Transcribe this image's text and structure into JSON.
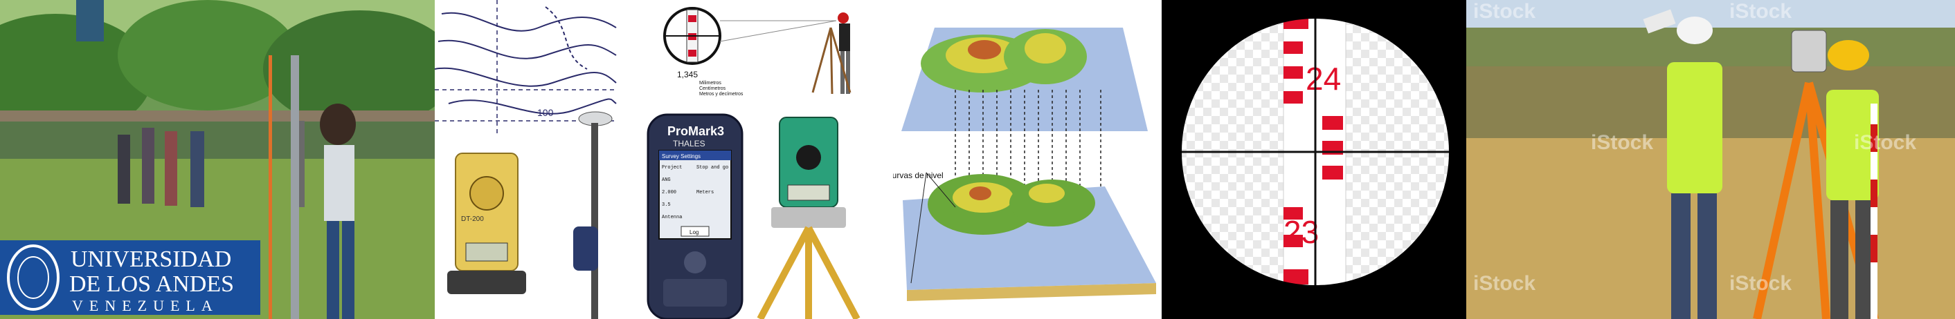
{
  "panels": {
    "field_photo": {
      "logo_line1": "UNIVERSIDAD",
      "logo_line2": "DE LOS ANDES",
      "logo_line3": "VENEZUELA"
    },
    "contour_map": {
      "contour_label_a": "100"
    },
    "level_diagram": {
      "reading": "1,345",
      "legend": [
        "Milimetros",
        "Centímetros",
        "Metros y decímetros"
      ]
    },
    "instruments": {
      "total_station_model": "DT-200",
      "gps_brand": "THALES",
      "gps_model": "ProMark3",
      "gps_screen_title": "Survey Settings",
      "gps_screen_rows": [
        "Project",
        "Stop and go",
        "ANG",
        "2.000",
        "Meters",
        "3.5",
        "Antenna"
      ],
      "gps_button": "Log"
    },
    "terrain_diagram": {
      "label": "Curvas de nivel"
    },
    "staff_reticle": {
      "number_top": "24",
      "number_bottom": "23"
    },
    "survey_stock": {
      "watermark": "iStock"
    }
  },
  "colors": {
    "logo_blue": "#1a4f9c",
    "staff_red": "#e0102a",
    "vest_yellow": "#c8f03c",
    "tripod_orange": "#f07a10"
  }
}
